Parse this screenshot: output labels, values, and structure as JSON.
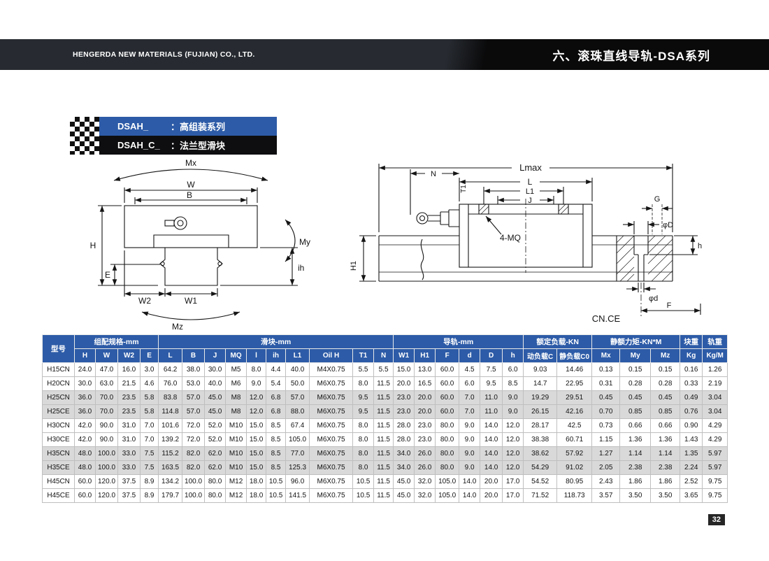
{
  "colors": {
    "accent_blue": "#2d5ba7",
    "band_charcoal": "#272b31",
    "band_black": "#0a0a0b",
    "row_alt_gray": "#d9d9d9"
  },
  "header": {
    "company": "HENGERDA NEW MATERIALS (FUJIAN) CO., LTD.",
    "title": "六、滚珠直线导轨-DSA系列"
  },
  "series": [
    {
      "code": "DSAH_",
      "desc": "：高组装系列"
    },
    {
      "code": "DSAH_C_",
      "desc": "：法兰型滑块"
    }
  ],
  "diagrams": {
    "cross_section": {
      "labels": {
        "mx": "Mx",
        "w": "W",
        "b": "B",
        "h": "H",
        "e": "E",
        "w2": "W2",
        "w1": "W1",
        "mz": "Mz",
        "my": "My",
        "ih": "ih"
      }
    },
    "side_view": {
      "labels": {
        "lmax": "Lmax",
        "n": "N",
        "t1": "T1",
        "l": "L",
        "l1": "L1",
        "j": "J",
        "mq": "4-MQ",
        "h1": "H1",
        "g": "G",
        "phi_d_big": "φD",
        "h_small": "h",
        "phi_d_small": "φd",
        "f": "F",
        "cn_ce": "CN.CE"
      }
    }
  },
  "table": {
    "model_header": "型号",
    "groups": [
      {
        "label": "组配规格-mm",
        "span": 4
      },
      {
        "label": "滑块-mm",
        "span": 10
      },
      {
        "label": "导轨-mm",
        "span": 6
      },
      {
        "label": "额定负载-KN",
        "span": 2
      },
      {
        "label": "静额力矩-KN*M",
        "span": 3
      },
      {
        "label": "块重",
        "span": 1
      },
      {
        "label": "轨重",
        "span": 1
      }
    ],
    "subheaders": [
      "H",
      "W",
      "W2",
      "E",
      "L",
      "B",
      "J",
      "MQ",
      "l",
      "ih",
      "L1",
      "Oil H",
      "T1",
      "N",
      "W1",
      "H1",
      "F",
      "d",
      "D",
      "h",
      "动负载C",
      "静负载C0",
      "Mx",
      "My",
      "Mz",
      "Kg",
      "Kg/M"
    ],
    "rows": [
      {
        "model": "H15CN",
        "cells": [
          "24.0",
          "47.0",
          "16.0",
          "3.0",
          "64.2",
          "38.0",
          "30.0",
          "M5",
          "8.0",
          "4.4",
          "40.0",
          "M4X0.75",
          "5.5",
          "5.5",
          "15.0",
          "13.0",
          "60.0",
          "4.5",
          "7.5",
          "6.0",
          "9.03",
          "14.46",
          "0.13",
          "0.15",
          "0.15",
          "0.16",
          "1.26"
        ]
      },
      {
        "model": "H20CN",
        "cells": [
          "30.0",
          "63.0",
          "21.5",
          "4.6",
          "76.0",
          "53.0",
          "40.0",
          "M6",
          "9.0",
          "5.4",
          "50.0",
          "M6X0.75",
          "8.0",
          "11.5",
          "20.0",
          "16.5",
          "60.0",
          "6.0",
          "9.5",
          "8.5",
          "14.7",
          "22.95",
          "0.31",
          "0.28",
          "0.28",
          "0.33",
          "2.19"
        ]
      },
      {
        "model": "H25CN",
        "cells": [
          "36.0",
          "70.0",
          "23.5",
          "5.8",
          "83.8",
          "57.0",
          "45.0",
          "M8",
          "12.0",
          "6.8",
          "57.0",
          "M6X0.75",
          "9.5",
          "11.5",
          "23.0",
          "20.0",
          "60.0",
          "7.0",
          "11.0",
          "9.0",
          "19.29",
          "29.51",
          "0.45",
          "0.45",
          "0.45",
          "0.49",
          "3.04"
        ]
      },
      {
        "model": "H25CE",
        "cells": [
          "36.0",
          "70.0",
          "23.5",
          "5.8",
          "114.8",
          "57.0",
          "45.0",
          "M8",
          "12.0",
          "6.8",
          "88.0",
          "M6X0.75",
          "9.5",
          "11.5",
          "23.0",
          "20.0",
          "60.0",
          "7.0",
          "11.0",
          "9.0",
          "26.15",
          "42.16",
          "0.70",
          "0.85",
          "0.85",
          "0.76",
          "3.04"
        ]
      },
      {
        "model": "H30CN",
        "cells": [
          "42.0",
          "90.0",
          "31.0",
          "7.0",
          "101.6",
          "72.0",
          "52.0",
          "M10",
          "15.0",
          "8.5",
          "67.4",
          "M6X0.75",
          "8.0",
          "11.5",
          "28.0",
          "23.0",
          "80.0",
          "9.0",
          "14.0",
          "12.0",
          "28.17",
          "42.5",
          "0.73",
          "0.66",
          "0.66",
          "0.90",
          "4.29"
        ]
      },
      {
        "model": "H30CE",
        "cells": [
          "42.0",
          "90.0",
          "31.0",
          "7.0",
          "139.2",
          "72.0",
          "52.0",
          "M10",
          "15.0",
          "8.5",
          "105.0",
          "M6X0.75",
          "8.0",
          "11.5",
          "28.0",
          "23.0",
          "80.0",
          "9.0",
          "14.0",
          "12.0",
          "38.38",
          "60.71",
          "1.15",
          "1.36",
          "1.36",
          "1.43",
          "4.29"
        ]
      },
      {
        "model": "H35CN",
        "cells": [
          "48.0",
          "100.0",
          "33.0",
          "7.5",
          "115.2",
          "82.0",
          "62.0",
          "M10",
          "15.0",
          "8.5",
          "77.0",
          "M6X0.75",
          "8.0",
          "11.5",
          "34.0",
          "26.0",
          "80.0",
          "9.0",
          "14.0",
          "12.0",
          "38.62",
          "57.92",
          "1.27",
          "1.14",
          "1.14",
          "1.35",
          "5.97"
        ]
      },
      {
        "model": "H35CE",
        "cells": [
          "48.0",
          "100.0",
          "33.0",
          "7.5",
          "163.5",
          "82.0",
          "62.0",
          "M10",
          "15.0",
          "8.5",
          "125.3",
          "M6X0.75",
          "8.0",
          "11.5",
          "34.0",
          "26.0",
          "80.0",
          "9.0",
          "14.0",
          "12.0",
          "54.29",
          "91.02",
          "2.05",
          "2.38",
          "2.38",
          "2.24",
          "5.97"
        ]
      },
      {
        "model": "H45CN",
        "cells": [
          "60.0",
          "120.0",
          "37.5",
          "8.9",
          "134.2",
          "100.0",
          "80.0",
          "M12",
          "18.0",
          "10.5",
          "96.0",
          "M6X0.75",
          "10.5",
          "11.5",
          "45.0",
          "32.0",
          "105.0",
          "14.0",
          "20.0",
          "17.0",
          "54.52",
          "80.95",
          "2.43",
          "1.86",
          "1.86",
          "2.52",
          "9.75"
        ]
      },
      {
        "model": "H45CE",
        "cells": [
          "60.0",
          "120.0",
          "37.5",
          "8.9",
          "179.7",
          "100.0",
          "80.0",
          "M12",
          "18.0",
          "10.5",
          "141.5",
          "M6X0.75",
          "10.5",
          "11.5",
          "45.0",
          "32.0",
          "105.0",
          "14.0",
          "20.0",
          "17.0",
          "71.52",
          "118.73",
          "3.57",
          "3.50",
          "3.50",
          "3.65",
          "9.75"
        ]
      }
    ]
  },
  "page_number": "32"
}
